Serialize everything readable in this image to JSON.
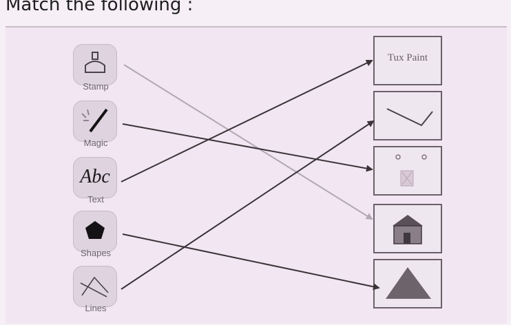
{
  "heading": "Match the following :",
  "tools": [
    {
      "id": "stamp",
      "label": "Stamp",
      "icon": "stamp-icon"
    },
    {
      "id": "magic",
      "label": "Magic",
      "icon": "magic-wand-icon"
    },
    {
      "id": "text",
      "label": "Text",
      "icon": "text-abc-icon",
      "glyph": "Abc"
    },
    {
      "id": "shapes",
      "label": "Shapes",
      "icon": "pentagon-icon"
    },
    {
      "id": "lines",
      "label": "Lines",
      "icon": "lines-icon"
    }
  ],
  "boxes": [
    {
      "id": "box-1",
      "text": "Tux Paint",
      "content": "tux-paint-title"
    },
    {
      "id": "box-2",
      "content": "lines-drawing-icon"
    },
    {
      "id": "box-3",
      "content": "magic-pattern-icon"
    },
    {
      "id": "box-4",
      "content": "house-stamp-icon"
    },
    {
      "id": "box-5",
      "content": "triangle-shape-icon"
    }
  ],
  "matches": [
    {
      "from": "stamp",
      "to": "box-4",
      "style": "light"
    },
    {
      "from": "magic",
      "to": "box-3",
      "style": "dark"
    },
    {
      "from": "text",
      "to": "box-1",
      "style": "dark"
    },
    {
      "from": "shapes",
      "to": "box-5",
      "style": "dark"
    },
    {
      "from": "lines",
      "to": "box-2",
      "style": "dark"
    }
  ],
  "colors": {
    "dark_arrow": "#3a3338",
    "light_arrow": "#b2a8b1"
  }
}
